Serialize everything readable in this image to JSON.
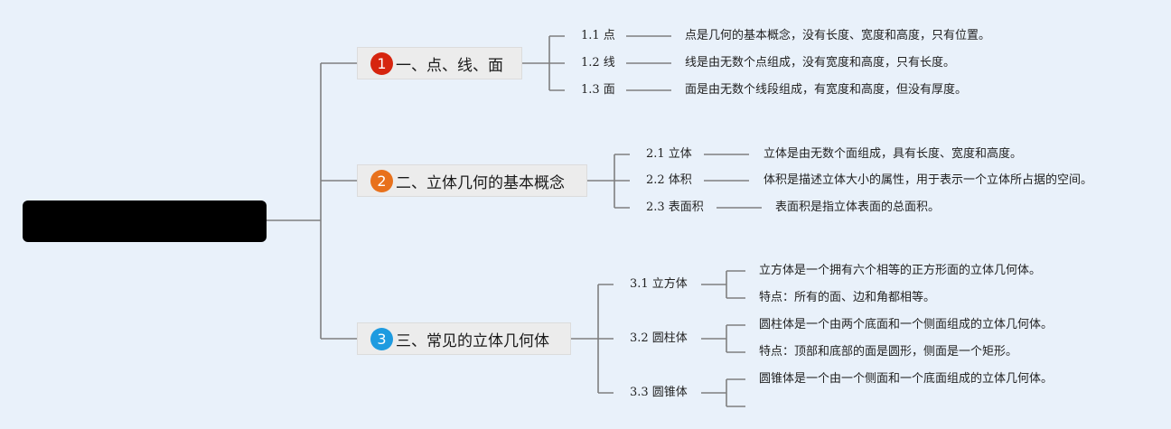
{
  "root": {
    "label": ""
  },
  "branches": [
    {
      "number": "1",
      "label": "一、点、线、面",
      "color": "#d6250f",
      "topics": [
        {
          "label": "1.1 点",
          "details": [
            "点是几何的基本概念，没有长度、宽度和高度，只有位置。"
          ]
        },
        {
          "label": "1.2 线",
          "details": [
            "线是由无数个点组成，没有宽度和高度，只有长度。"
          ]
        },
        {
          "label": "1.3 面",
          "details": [
            "面是由无数个线段组成，有宽度和高度，但没有厚度。"
          ]
        }
      ]
    },
    {
      "number": "2",
      "label": "二、立体几何的基本概念",
      "color": "#e8711c",
      "topics": [
        {
          "label": "2.1 立体",
          "details": [
            "立体是由无数个面组成，具有长度、宽度和高度。"
          ]
        },
        {
          "label": "2.2 体积",
          "details": [
            "体积是描述立体大小的属性，用于表示一个立体所占据的空间。"
          ]
        },
        {
          "label": "2.3 表面积",
          "details": [
            "表面积是指立体表面的总面积。"
          ]
        }
      ]
    },
    {
      "number": "3",
      "label": "三、常见的立体几何体",
      "color": "#1e9be0",
      "topics": [
        {
          "label": "3.1 立方体",
          "details": [
            "立方体是一个拥有六个相等的正方形面的立体几何体。",
            "特点：所有的面、边和角都相等。"
          ]
        },
        {
          "label": "3.2 圆柱体",
          "details": [
            "圆柱体是一个由两个底面和一个侧面组成的立体几何体。",
            "特点：顶部和底部的面是圆形，侧面是一个矩形。"
          ]
        },
        {
          "label": "3.3 圆锥体",
          "details": [
            "圆锥体是一个由一个侧面和一个底面组成的立体几何体。",
            ""
          ]
        }
      ]
    }
  ]
}
